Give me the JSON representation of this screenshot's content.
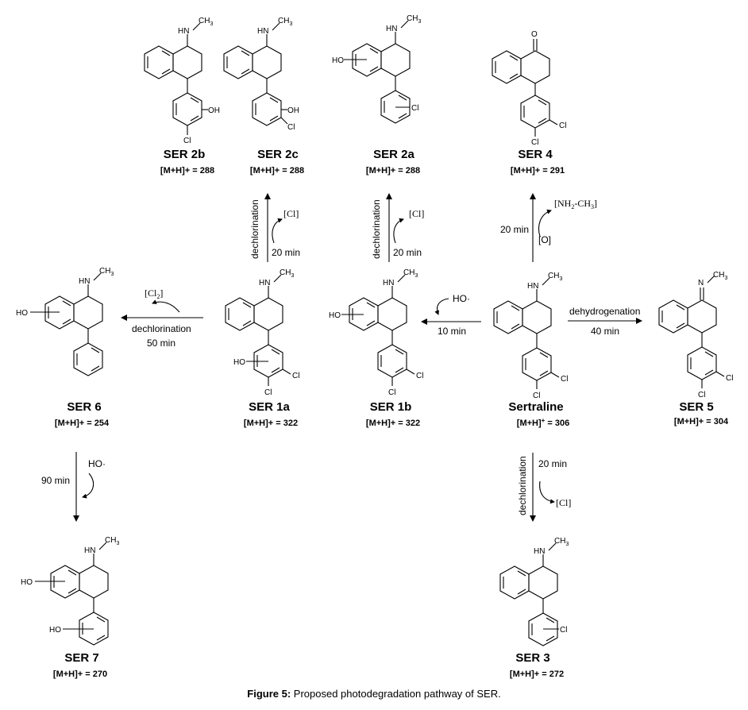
{
  "compounds": {
    "ser2b": {
      "name": "SER 2b",
      "mz": "[M+H]+ = 288"
    },
    "ser2c": {
      "name": "SER 2c",
      "mz": "[M+H]+ = 288"
    },
    "ser2a": {
      "name": "SER 2a",
      "mz": "[M+H]+ = 288"
    },
    "ser4": {
      "name": "SER 4",
      "mz": "[M+H]+ = 291"
    },
    "ser6": {
      "name": "SER 6",
      "mz": "[M+H]+ = 254"
    },
    "ser1a": {
      "name": "SER 1a",
      "mz": "[M+H]+ = 322"
    },
    "ser1b": {
      "name": "SER 1b",
      "mz": "[M+H]+ = 322"
    },
    "sertraline": {
      "name": "Sertraline",
      "mz_prefix": "[M+H]",
      "mz_sup": "+",
      "mz_suffix": " = 306"
    },
    "ser5": {
      "name": "SER 5",
      "mz": "[M+H]+ = 304"
    },
    "ser7": {
      "name": "SER 7",
      "mz": "[M+H]+ = 270"
    },
    "ser3": {
      "name": "SER 3",
      "mz": "[M+H]+ = 272"
    }
  },
  "atoms": {
    "hn": "HN",
    "ch3": "CH",
    "ch3_sub": "3",
    "oh": "OH",
    "ho": "HO",
    "cl": "Cl",
    "o": "O",
    "n": "N"
  },
  "reactions": {
    "dechlorination": "dechlorination",
    "dehydrogenation": "dehydrogenation",
    "t10": "10 min",
    "t20": "20 min",
    "t40": "40 min",
    "t50": "50 min",
    "t90": "90 min",
    "ho_radical": "HO·",
    "cl_species": "[Cl]",
    "cl2_prefix": "[Cl",
    "cl2_sub": "2",
    "cl2_suffix": "]",
    "nh2ch3_a": "[NH",
    "nh2ch3_sub1": "2",
    "nh2ch3_b": "-CH",
    "nh2ch3_sub2": "3",
    "nh2ch3_c": "]",
    "oxygen": "[O]"
  },
  "caption": {
    "bold": "Figure 5:",
    "text": " Proposed photodegradation pathway of SER."
  }
}
